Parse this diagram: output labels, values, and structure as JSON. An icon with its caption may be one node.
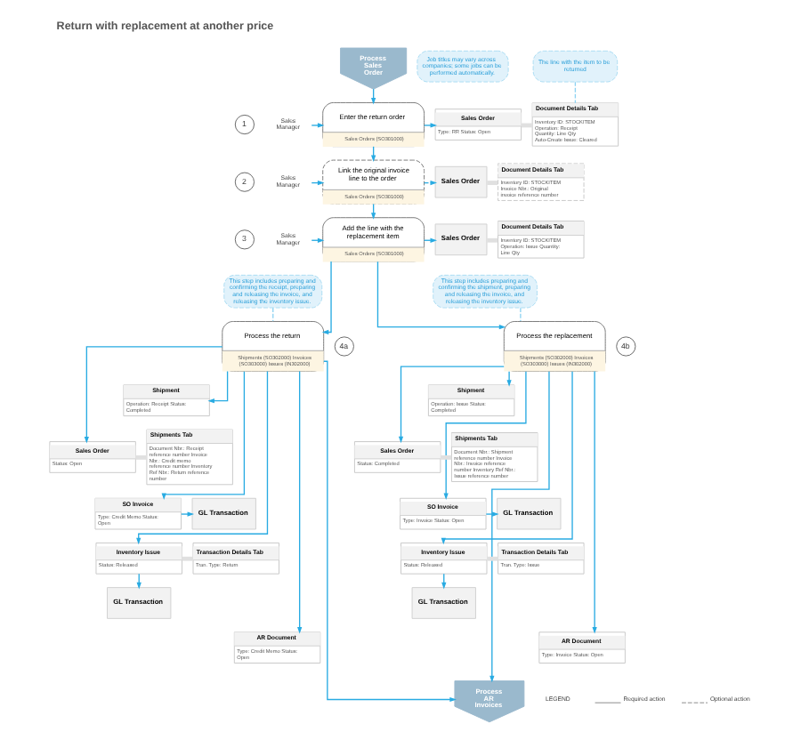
{
  "diagram": {
    "title": "Return with replacement at another price",
    "nodes": [
      {
        "text": [
          "Process Sales Order"
        ]
      },
      {
        "text": [
          "Job titles may vary across companies; some jobs can be performed automatically."
        ]
      },
      {
        "text": [
          "The line with the item to be returned"
        ]
      },
      {
        "text": [
          "1"
        ]
      },
      {
        "text": [
          "Sales Manager"
        ]
      },
      {
        "text": [
          "Enter the return order",
          "Sales Orders (SO301000)"
        ]
      },
      {
        "text": [
          "Sales Order",
          "Type: RR Status: Open"
        ]
      },
      {
        "text": [
          "Document Details Tab",
          "Inventory ID: STOCKITEM Operation: Receipt Quantity: Line Qty Auto-Create Issue: Cleared"
        ]
      },
      {
        "text": [
          "2"
        ]
      },
      {
        "text": [
          "Sales Manager"
        ]
      },
      {
        "text": [
          "Link the original invoice line to the order",
          "Sales Orders (SO301000)"
        ]
      },
      {
        "text": [
          "Sales Order"
        ]
      },
      {
        "text": [
          "Document Details Tab",
          "Inventory ID: STOCKITEM Invoice Nbr.: Original invoice reference number"
        ]
      },
      {
        "text": [
          "3"
        ]
      },
      {
        "text": [
          "Sales Manager"
        ]
      },
      {
        "text": [
          "Add the line with the replacement item",
          "Sales Orders (SO301000)"
        ]
      },
      {
        "text": [
          "Sales Order"
        ]
      },
      {
        "text": [
          "Document Details Tab",
          "Inventory ID: STOCKITEM Operation: Issue Quantity: Line Qty"
        ]
      },
      {
        "text": [
          "This step includes preparing and confirming the receipt, preparing and releasing the invoice, and releasing the inventory issue."
        ]
      },
      {
        "text": [
          "This step includes preparing and confirming the shipment, preparing and releasing the invoice, and releasing the inventory issue."
        ]
      },
      {
        "text": [
          "Shipment",
          "Operation: Receipt Status: Completed"
        ]
      },
      {
        "text": [
          "Sales Order",
          "Status: Open"
        ]
      },
      {
        "text": [
          "Shipments Tab",
          "Document Nbr.: Receipt reference number Invoice Nbr.: Credit memo reference number Inventory Ref Nbr.: Return reference number"
        ]
      },
      {
        "text": [
          "4a"
        ]
      },
      {
        "text": [
          "Process the return",
          "Shipments (SO302000) Invoices (SO303000) Issues (IN302000)"
        ]
      },
      {
        "text": [
          "SO Invoice",
          "Type: Credit Memo Status: Open"
        ]
      },
      {
        "text": [
          "GL Transaction"
        ]
      },
      {
        "text": [
          "Inventory Issue",
          "Status: Released"
        ]
      },
      {
        "text": [
          "Transaction Details Tab",
          "Tran. Type: Return"
        ]
      },
      {
        "text": [
          "GL Transaction"
        ]
      },
      {
        "text": [
          "AR Document",
          "Type: Credit Memo Status: Open"
        ]
      },
      {
        "text": [
          "Shipment",
          "Operation: Issue Status: Completed"
        ]
      },
      {
        "text": [
          "Sales Order",
          "Status: Completed"
        ]
      },
      {
        "text": [
          "Shipments Tab",
          "Document Nbr.: Shipment reference number Invoice Nbr.: Invoice reference number Inventory Ref Nbr.: Issue reference number"
        ]
      },
      {
        "text": [
          "4b"
        ]
      },
      {
        "text": [
          "Process the replacement",
          "Shipments (SO302000) Invoices (SO303000) Issues (IN302000)"
        ]
      },
      {
        "text": [
          "SO Invoice",
          "Type: Invoice Status: Open"
        ]
      },
      {
        "text": [
          "GL Transaction"
        ]
      },
      {
        "text": [
          "Inventory Issue",
          "Status: Released"
        ]
      },
      {
        "text": [
          "Transaction Details Tab",
          "Tran. Type: Issue"
        ]
      },
      {
        "text": [
          "GL Transaction"
        ]
      },
      {
        "text": [
          "AR Document",
          "Type: Invoice Status: Open"
        ]
      },
      {
        "text": [
          "Process AR Invoices"
        ]
      }
    ],
    "edges": [
      {
        "from": 0,
        "to": 5,
        "arrow": "to"
      },
      {
        "from": 4,
        "to": 5,
        "arrow": "to"
      },
      {
        "from": 5,
        "to": 6,
        "arrow": "to"
      },
      {
        "from": 6,
        "to": 7,
        "arrow": "none",
        "style": "thick",
        "color": "#e0e0e0"
      },
      {
        "from": 2,
        "to": 7,
        "arrow": "none",
        "style": "dashed",
        "color": "#8fd3f2"
      },
      {
        "from": 5,
        "to": 10,
        "arrow": "to"
      },
      {
        "from": 9,
        "to": 10,
        "arrow": "to"
      },
      {
        "from": 10,
        "to": 11,
        "arrow": "to",
        "style": "dashed"
      },
      {
        "from": 11,
        "to": 12,
        "arrow": "none",
        "style": "thick",
        "color": "#e0e0e0"
      },
      {
        "from": 10,
        "to": 15,
        "arrow": "to"
      },
      {
        "from": 14,
        "to": 15,
        "arrow": "to"
      },
      {
        "from": 15,
        "to": 16,
        "arrow": "to"
      },
      {
        "from": 16,
        "to": 17,
        "arrow": "none",
        "style": "thick",
        "color": "#e0e0e0"
      },
      {
        "from": 18,
        "to": 24,
        "arrow": "none",
        "style": "dashed",
        "color": "#8fd3f2"
      },
      {
        "from": 19,
        "to": 35,
        "arrow": "none",
        "style": "dashed",
        "color": "#8fd3f2"
      },
      {
        "from": 15,
        "to": 24,
        "arrow": "to"
      },
      {
        "from": 15,
        "to": 35,
        "arrow": "to"
      },
      {
        "from": 24,
        "to": 20,
        "arrow": "to"
      },
      {
        "from": 24,
        "to": 21,
        "arrow": "to"
      },
      {
        "from": 21,
        "to": 22,
        "arrow": "none",
        "style": "thick",
        "color": "#e0e0e0"
      },
      {
        "from": 24,
        "to": 25,
        "arrow": "to"
      },
      {
        "from": 25,
        "to": 26,
        "arrow": "to"
      },
      {
        "from": 24,
        "to": 27,
        "arrow": "to"
      },
      {
        "from": 27,
        "to": 28,
        "arrow": "none",
        "style": "thick",
        "color": "#e0e0e0"
      },
      {
        "from": 27,
        "to": 29,
        "arrow": "to"
      },
      {
        "from": 24,
        "to": 30,
        "arrow": "to"
      },
      {
        "from": 35,
        "to": 31,
        "arrow": "to"
      },
      {
        "from": 35,
        "to": 32,
        "arrow": "to"
      },
      {
        "from": 32,
        "to": 33,
        "arrow": "none",
        "style": "thick",
        "color": "#e0e0e0"
      },
      {
        "from": 35,
        "to": 36,
        "arrow": "to"
      },
      {
        "from": 36,
        "to": 37,
        "arrow": "to"
      },
      {
        "from": 35,
        "to": 38,
        "arrow": "to"
      },
      {
        "from": 38,
        "to": 39,
        "arrow": "none",
        "style": "thick",
        "color": "#e0e0e0"
      },
      {
        "from": 38,
        "to": 40,
        "arrow": "to"
      },
      {
        "from": 35,
        "to": 41,
        "arrow": "to"
      },
      {
        "from": 24,
        "to": 42,
        "arrow": "to"
      },
      {
        "from": 35,
        "to": 42,
        "arrow": "to"
      }
    ],
    "labels": [
      "LEGEND"
    ],
    "legend": [
      {
        "text": "Required action"
      },
      {
        "text": "Optional action"
      }
    ]
  }
}
